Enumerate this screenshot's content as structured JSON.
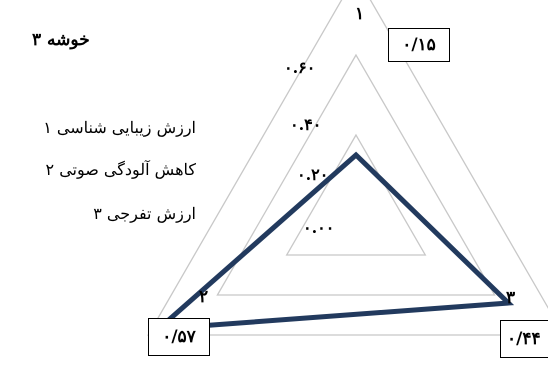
{
  "chart_data": {
    "type": "radar",
    "title": "خوشه ۳",
    "axes": [
      "۱",
      "۲",
      "۳"
    ],
    "legend": [
      "ارزش زیبایی شناسی ۱",
      "کاهش آلودگی صوتی ۲",
      "ارزش تفرجی   ۳"
    ],
    "tick_labels": [
      "۰.۶۰",
      "۰.۴۰",
      "۰.۲۰",
      "۰.۰۰"
    ],
    "ticks": [
      0,
      0.2,
      0.4,
      0.6
    ],
    "range": [
      0,
      0.6
    ],
    "values": [
      0.15,
      0.57,
      0.44
    ],
    "value_labels": [
      "۰/۱۵",
      "۰/۵۷",
      "۰/۴۴"
    ],
    "grid": true,
    "series_color": "#223a5e",
    "grid_color": "#c8c8c8"
  }
}
